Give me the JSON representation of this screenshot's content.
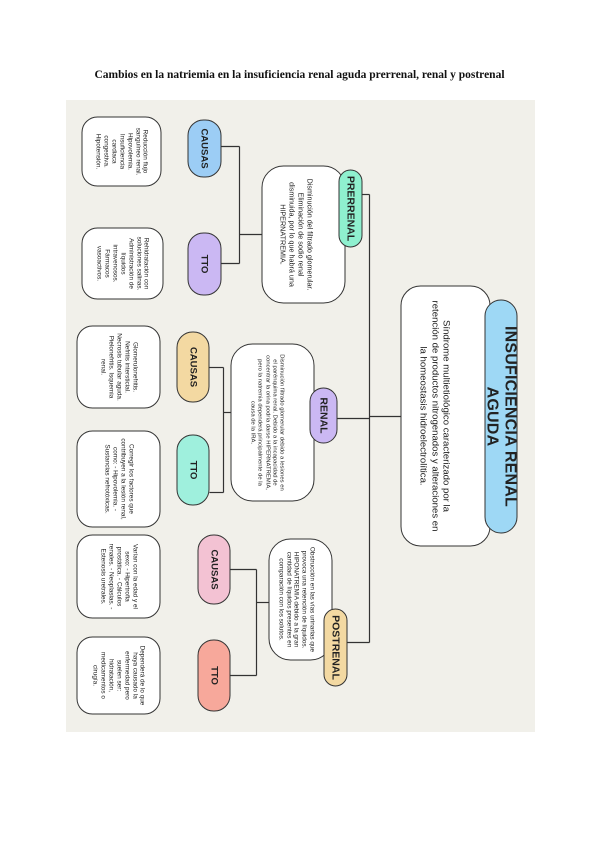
{
  "page": {
    "title": "Cambios en la natriemia en la insuficiencia renal aguda prerrenal, renal y postrenal"
  },
  "root": {
    "title": "INSUFICIENCIA RENAL AGUDA",
    "description": "Síndrome multietiológico caracterizado por la retención de productos nitrogenados y alteraciones en la homeostasis hidroelectrolítica.",
    "color": "#9ed8f5"
  },
  "branches": [
    {
      "label": "PRERRENAL",
      "color": "#8ff0cf",
      "description": "Disminución del filtrado glomerular. Eliminación de sodio renal disminuida, por lo que habrá una HIPERNATREMIA.",
      "causas": {
        "label": "CAUSAS",
        "color": "#9ccdf5",
        "text": "Reducción flujo sanguíneo renal. Hipovolemia. Insuficiencia cardiaca congestiva. Hipotensión."
      },
      "tto": {
        "label": "TTO",
        "color": "#cbb8f3",
        "text": "Rehidratación con soluciones salinas. Administración de líquidos intravenosos. Fármacos vasoactivos."
      }
    },
    {
      "label": "RENAL",
      "color": "#cbb8f3",
      "description": "Disminución filtrado glomerular debido a lesiones en el parénquima renal. Debido a la incapacidad de concentrar la orina podría darse HIPERNATREMIA, pero la natremia dependerá principalmente de la causa de la IRA.",
      "causas": {
        "label": "CAUSAS",
        "color": "#f3d9a2",
        "text": "Glomerulonefritis. Nefritis intersticial. Necrosis tubular aguda. Pielonefritis. Isquemia renal."
      },
      "tto": {
        "label": "TTO",
        "color": "#9ff0dd",
        "text": "Corregir los factores que contribuyen a la lesión renal, como: - Hipovolemia. - Sustancias nefrotóxicas."
      }
    },
    {
      "label": "POSTRENAL",
      "color": "#f3d9a2",
      "description": "Obstrucción en las vías urinarias que provoca una retención de líquidos. HIPONATREMIA debido a la gran cantidad de líquidos presentes en comparación con los solutos.",
      "causas": {
        "label": "CAUSAS",
        "color": "#f3c2d3",
        "text": "Varían con la edad y el sexo: - Hipertrofia prostática. - Cálculos renales. - Neoplasias. - Estenosis uretrales."
      },
      "tto": {
        "label": "TTO",
        "color": "#f7a89b",
        "text": "Dependerá de lo que haya causado la enfermedad pero suelen ser: hidratación, medicamentos o cirugía."
      }
    }
  ]
}
